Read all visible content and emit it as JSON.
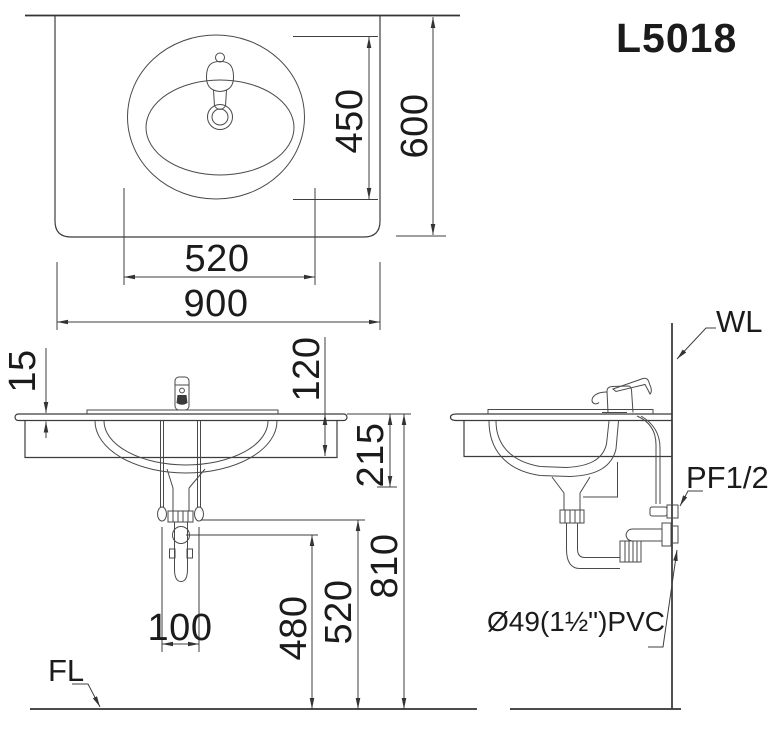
{
  "title": "L5018",
  "plan_view": {
    "basin_depth": "450",
    "counter_depth": "600",
    "basin_width": "520",
    "counter_width": "900"
  },
  "front_view": {
    "rim_thickness": "15",
    "apron_height": "120",
    "basin_inner_depth": "215",
    "trap_offset": "100",
    "drain_outlet_height": "480",
    "trap_height": "520",
    "counter_height": "810",
    "floor_line": "FL"
  },
  "side_view": {
    "wall_line": "WL",
    "supply_connection": "PF1/2",
    "drain_pipe": "Ø49(1½\")PVC"
  }
}
